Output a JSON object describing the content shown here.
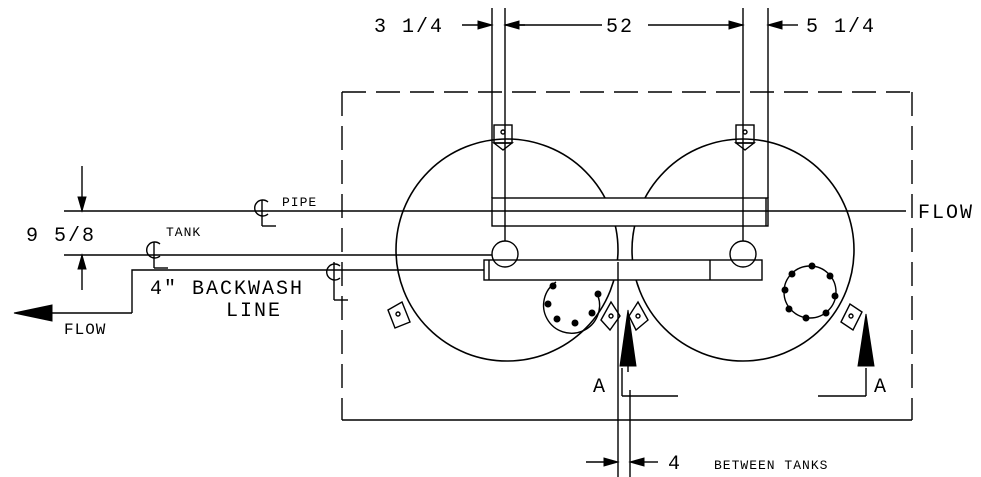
{
  "dimensions": {
    "left_offset": "3 1/4",
    "center_span": "52",
    "right_offset": "5 1/4",
    "vertical_offset": "9 5/8",
    "tank_gap_value": "4",
    "tank_gap_note": "BETWEEN TANKS"
  },
  "labels": {
    "pipe_centerline": "PIPE",
    "tank_centerline": "TANK",
    "backwash_line_1": "4\" BACKWASH",
    "backwash_line_2": "LINE",
    "flow_out_left": "FLOW",
    "flow_in_right": "FLOW",
    "section_left": "A",
    "section_right": "A"
  }
}
